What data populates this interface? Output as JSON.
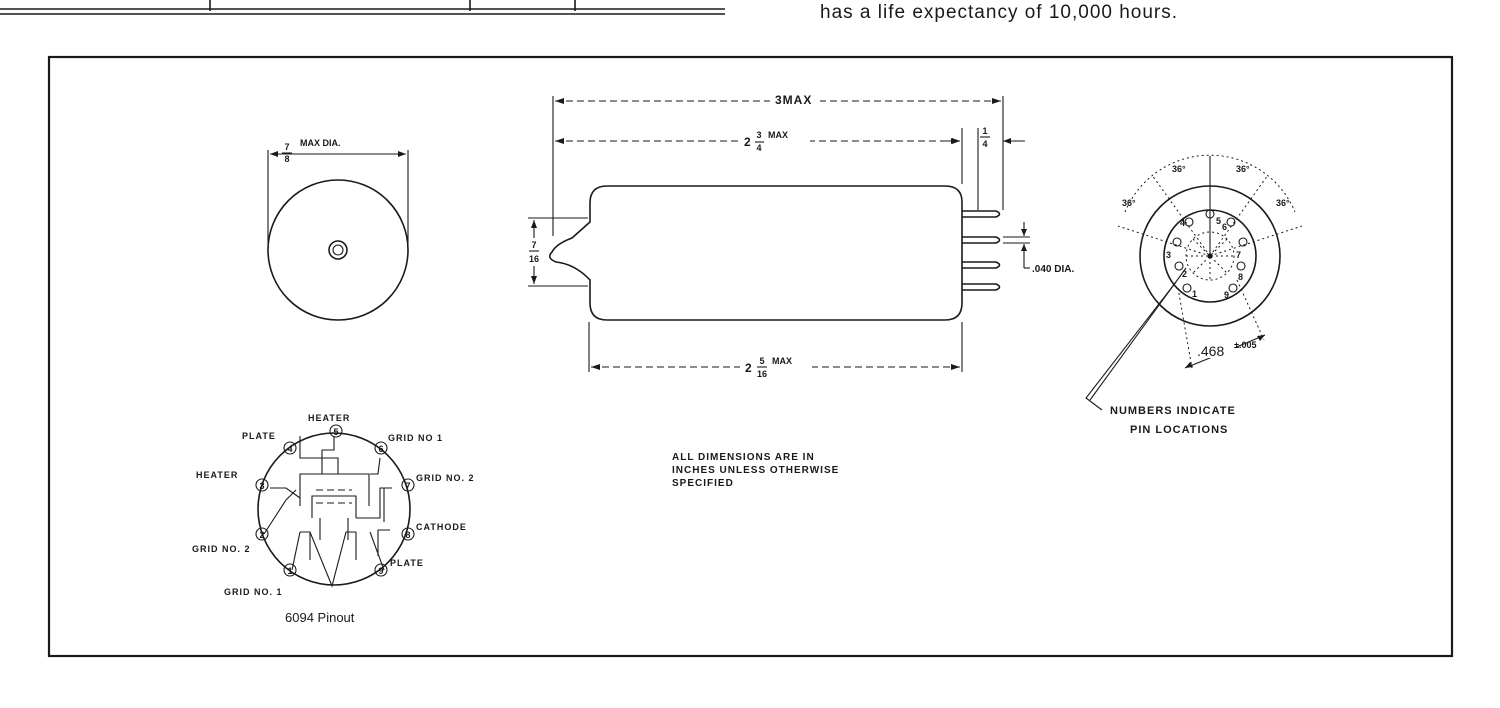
{
  "header": {
    "life_text": "has a life expectancy of 10,000 hours."
  },
  "dims": {
    "overall_length": "3MAX",
    "body_length_whole": "2",
    "body_length_num": "3",
    "body_length_den": "4",
    "body_length_max": "MAX",
    "pin_length_num": "1",
    "pin_length_den": "4",
    "seated_length_whole": "2",
    "seated_length_num": "5",
    "seated_length_den": "16",
    "seated_length_max": "MAX",
    "dia_num": "7",
    "dia_den": "8",
    "dia_label": "MAX DIA.",
    "tip_num": "7",
    "tip_den": "16",
    "pin_dia": ".040 DIA.",
    "bolt_circle": ".468",
    "bolt_tol": "±.005",
    "angles": [
      "36°",
      "36°",
      "36°",
      "36°"
    ]
  },
  "base_pins": [
    "1",
    "2",
    "3",
    "4",
    "5",
    "6",
    "7",
    "8",
    "9"
  ],
  "notes": {
    "pin_note_line1": "NUMBERS INDICATE",
    "pin_note_line2": "PIN LOCATIONS",
    "dims_note_line1": "ALL DIMENSIONS ARE IN",
    "dims_note_line2": "INCHES UNLESS OTHERWISE",
    "dims_note_line3": "SPECIFIED"
  },
  "pinout": {
    "caption": "6094 Pinout",
    "pins": [
      {
        "num": "1",
        "label": "GRID NO. 1"
      },
      {
        "num": "2",
        "label": "GRID NO. 2"
      },
      {
        "num": "3",
        "label": "HEATER"
      },
      {
        "num": "4",
        "label": "PLATE"
      },
      {
        "num": "5",
        "label": "HEATER"
      },
      {
        "num": "6",
        "label": "GRID NO 1"
      },
      {
        "num": "7",
        "label": "GRID NO. 2"
      },
      {
        "num": "8",
        "label": "CATHODE"
      },
      {
        "num": "9",
        "label": "PLATE"
      }
    ]
  }
}
